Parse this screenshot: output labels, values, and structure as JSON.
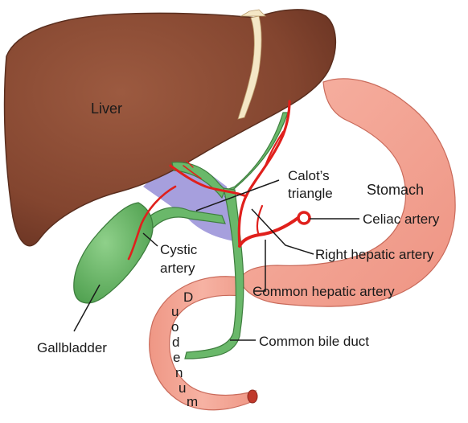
{
  "labels": {
    "liver": "Liver",
    "calots_line1": "Calot’s",
    "calots_line2": "triangle",
    "stomach": "Stomach",
    "celiac": "Celiac artery",
    "cystic_line1": "Cystic",
    "cystic_line2": "artery",
    "right_hepatic": "Right hepatic artery",
    "common_hepatic": "Common hepatic artery",
    "gallbladder": "Gallbladder",
    "common_bile_duct": "Common bile duct",
    "duodenum_letters": [
      "D",
      "u",
      "o",
      "d",
      "e",
      "n",
      "u",
      "m"
    ]
  },
  "colors": {
    "liver": "#8a4a33",
    "liver_edge": "#5a2e1e",
    "falciform": "#f4e7c6",
    "stomach": "#f3a293",
    "duodenum": "#f1a392",
    "biliary": "#6ab86a",
    "biliary_edge": "#3e7e3e",
    "artery": "#e0201c",
    "calot": "#9a92d8"
  }
}
